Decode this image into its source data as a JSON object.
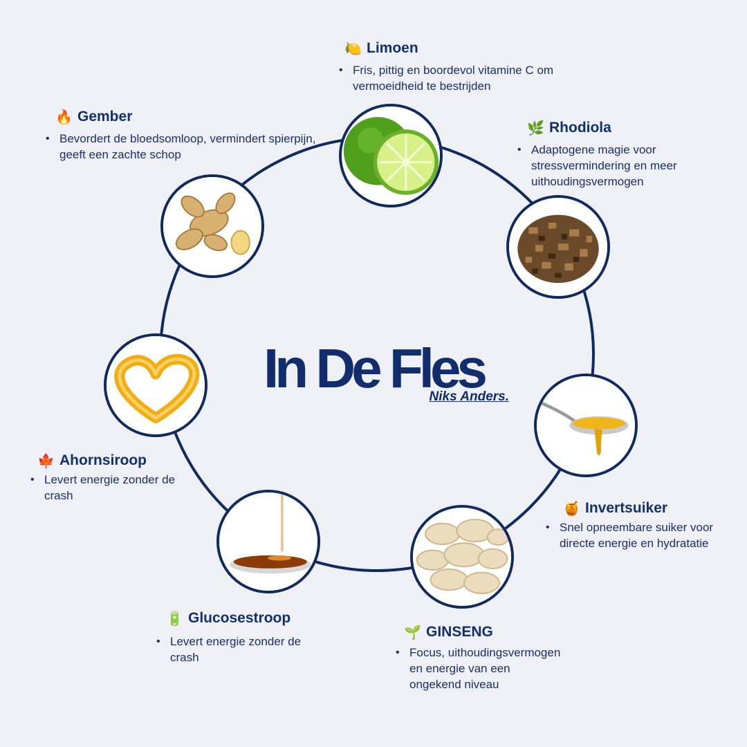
{
  "title": "In De Fles",
  "subtitle": "Niks Anders.",
  "ingredients": [
    {
      "name": "Limoen",
      "icon": "lemon-icon",
      "emoji": "🍋",
      "text": "Fris, pittig en boordevol vitamine C om vermoeidheid te bestrijden"
    },
    {
      "name": "Rhodiola",
      "icon": "herb-icon",
      "emoji": "🌿",
      "text": "Adaptogene magie voor stressvermindering en meer uithoudingsvermogen"
    },
    {
      "name": "Invertsuiker",
      "icon": "honey-pot-icon",
      "emoji": "🍯",
      "text": "Snel opneembare suiker voor directe energie en hydratatie"
    },
    {
      "name": "GINSENG",
      "icon": "seedling-icon",
      "emoji": "🌱",
      "text": "Focus, uithoudingsvermogen en energie van een ongekend niveau"
    },
    {
      "name": "Glucosestroop",
      "icon": "battery-icon",
      "emoji": "🔋",
      "text": "Levert energie zonder de crash"
    },
    {
      "name": "Ahornsiroop",
      "icon": "maple-leaf-icon",
      "emoji": "🍁",
      "text": "Levert energie zonder de crash"
    },
    {
      "name": "Gember",
      "icon": "fire-icon",
      "emoji": "🔥",
      "text": "Bevordert de bloedsomloop, vermindert spierpijn, geeft een zachte schop"
    }
  ]
}
